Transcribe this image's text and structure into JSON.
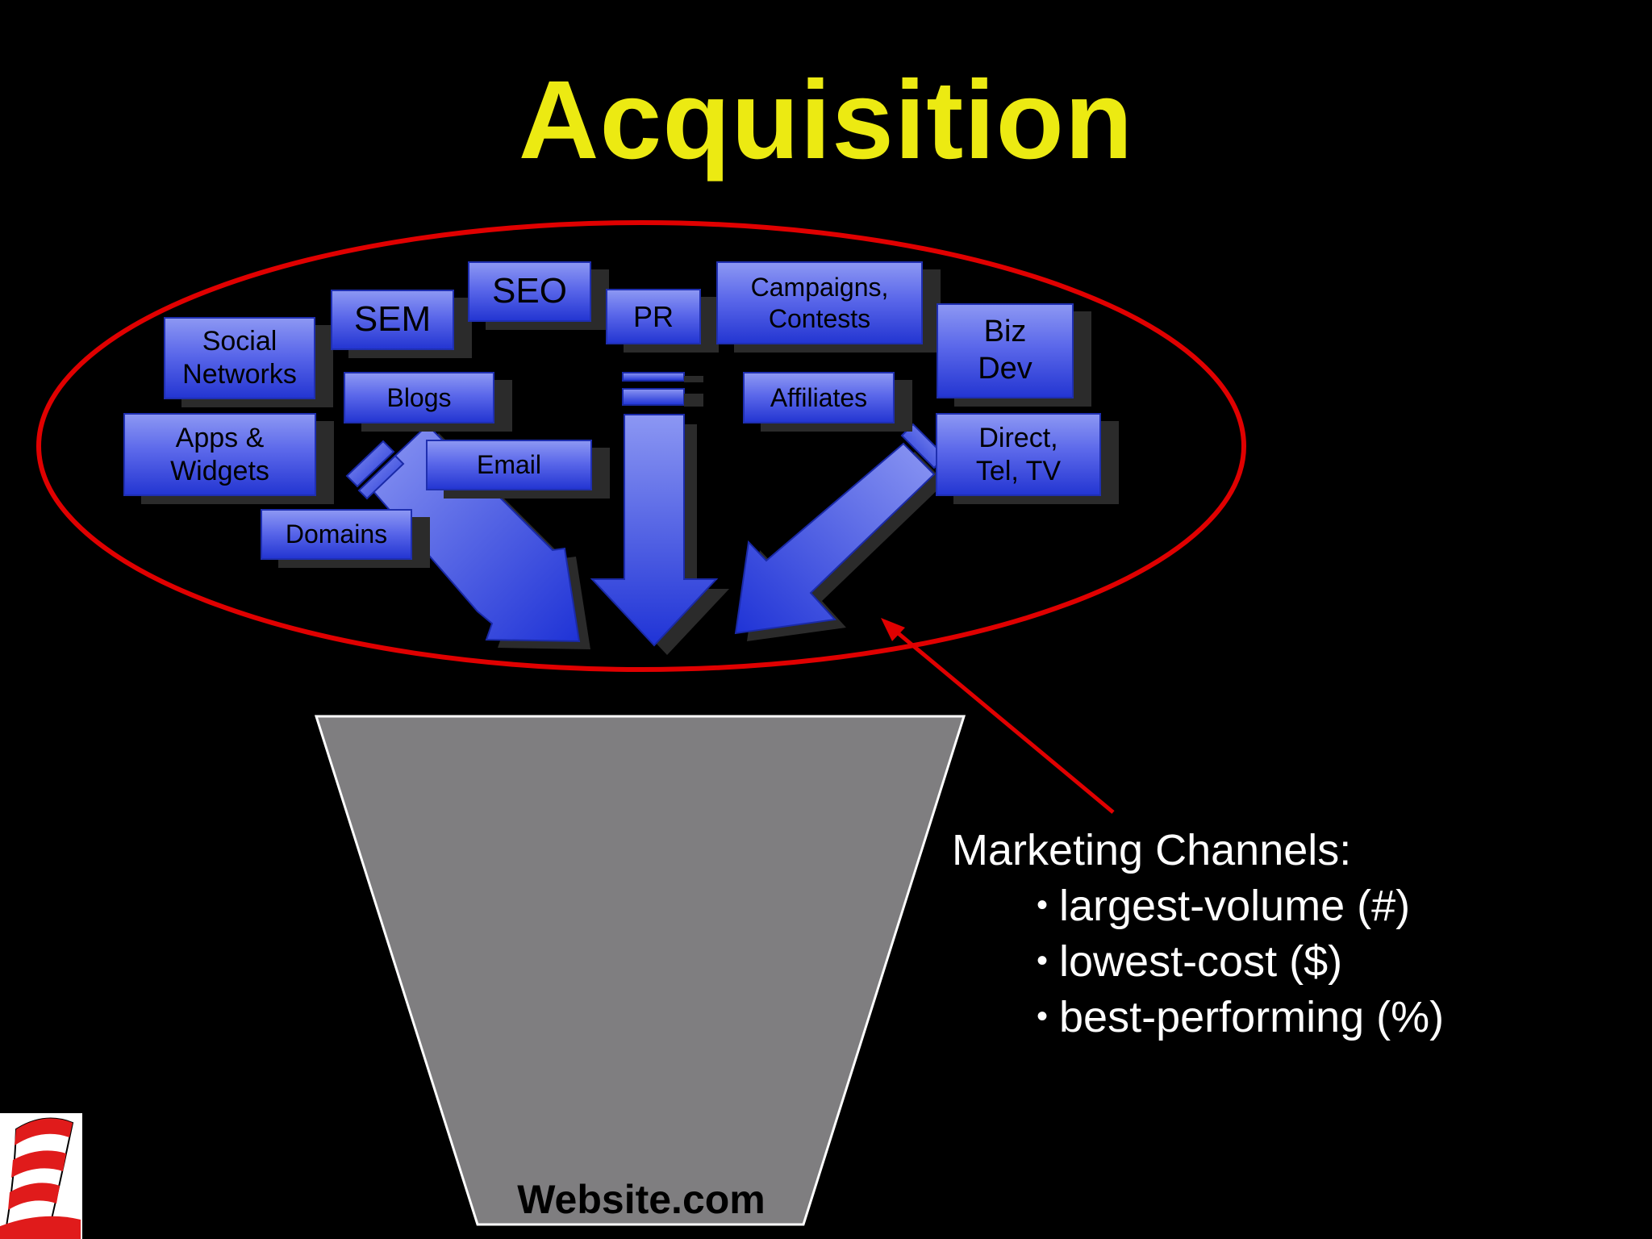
{
  "slide": {
    "title": "Acquisition",
    "channels": [
      {
        "id": "social-networks",
        "label": "Social\nNetworks"
      },
      {
        "id": "sem",
        "label": "SEM"
      },
      {
        "id": "seo",
        "label": "SEO"
      },
      {
        "id": "pr",
        "label": "PR"
      },
      {
        "id": "campaigns-contests",
        "label": "Campaigns,\nContests"
      },
      {
        "id": "biz-dev",
        "label": "Biz\nDev"
      },
      {
        "id": "blogs",
        "label": "Blogs"
      },
      {
        "id": "affiliates",
        "label": "Affiliates"
      },
      {
        "id": "apps-widgets",
        "label": "Apps &\nWidgets"
      },
      {
        "id": "email",
        "label": "Email"
      },
      {
        "id": "direct-tel-tv",
        "label": "Direct,\nTel, TV"
      },
      {
        "id": "domains",
        "label": "Domains"
      }
    ],
    "notes": {
      "heading": "Marketing Channels:",
      "bullets": [
        "largest-volume (#)",
        "lowest-cost ($)",
        "best-performing (%)"
      ]
    },
    "funnel_label": "Website.com",
    "colors": {
      "title": "#ecea12",
      "ellipse": "#e00000",
      "funnel": "#7f7e80",
      "box_top": "#8c97f3",
      "box_bottom": "#2436d2"
    },
    "logo": "cat-in-the-hat-hat-icon"
  }
}
